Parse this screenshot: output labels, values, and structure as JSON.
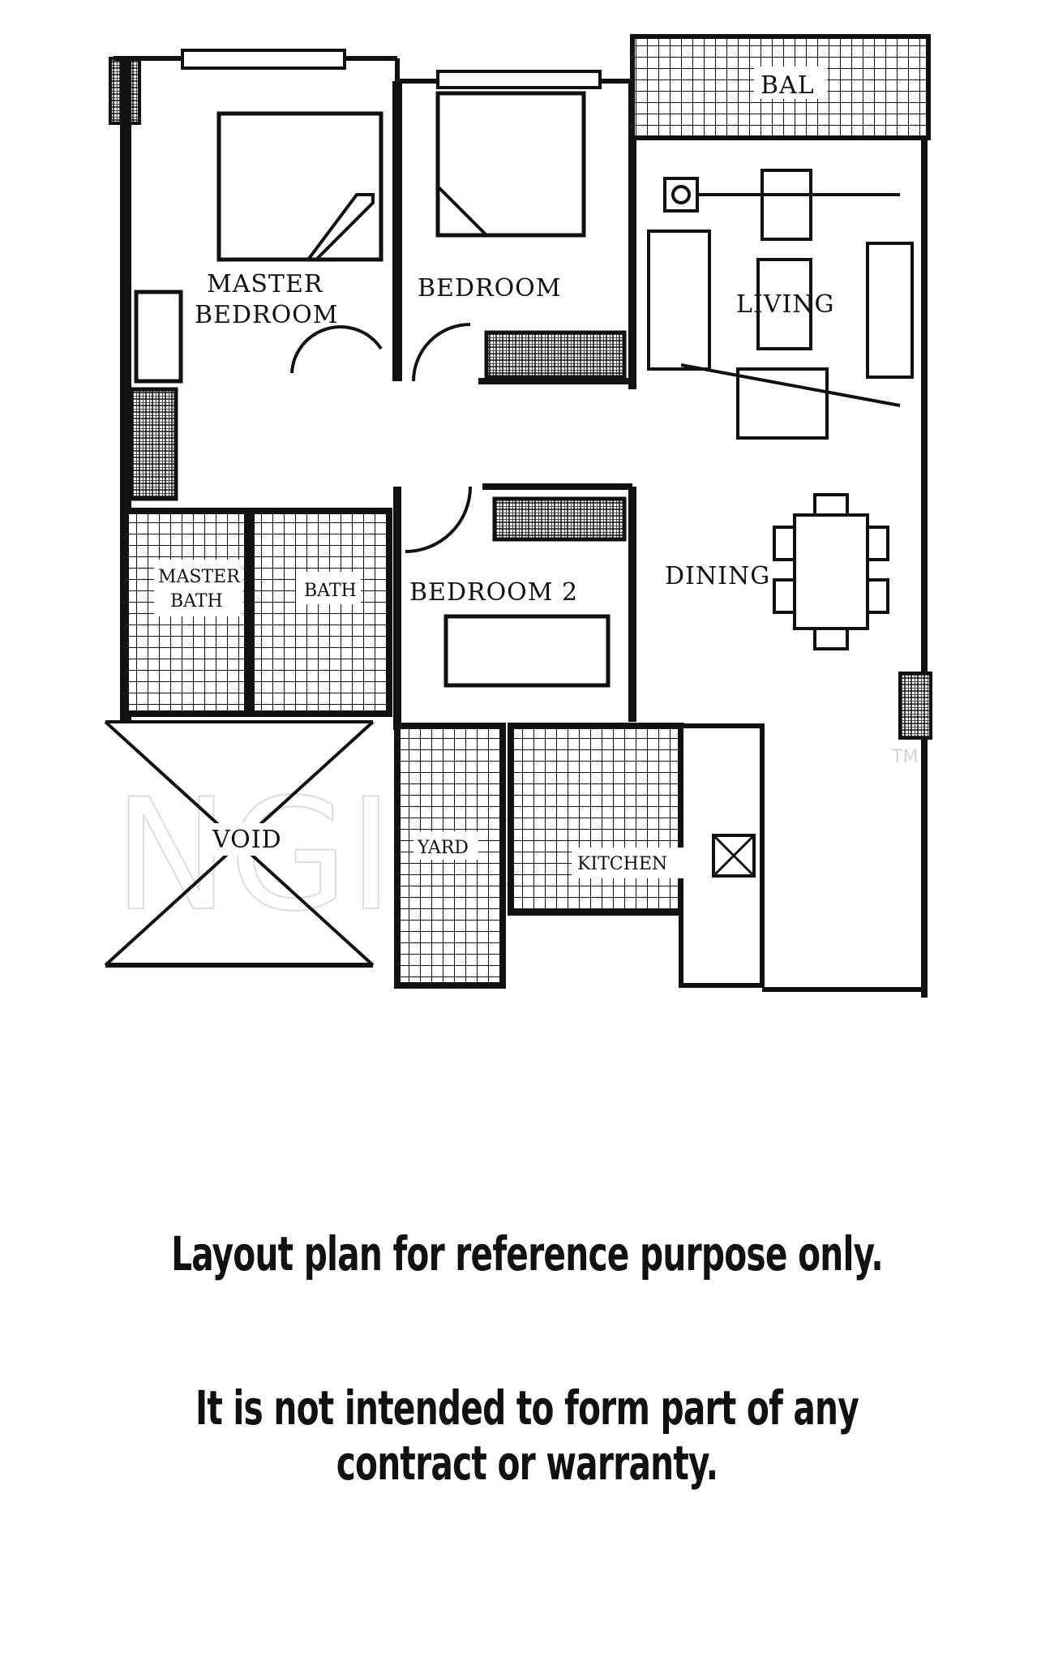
{
  "floor_plan": {
    "rooms": {
      "bal": "BAL",
      "master_bedroom_line1": "MASTER",
      "master_bedroom_line2": "BEDROOM",
      "bedroom": "BEDROOM",
      "living": "LIVING",
      "master_bath_line1": "MASTER",
      "master_bath_line2": "BATH",
      "bath": "BATH",
      "bedroom_2": "BEDROOM 2",
      "dining": "DINING",
      "void": "VOID",
      "yard": "YARD",
      "kitchen": "KITCHEN"
    },
    "watermark": "NGIEO",
    "watermark_tm": "TM"
  },
  "disclaimer": {
    "line1": "Layout plan for reference purpose only.",
    "line2": "It is not intended to form part of any contract or warranty."
  }
}
